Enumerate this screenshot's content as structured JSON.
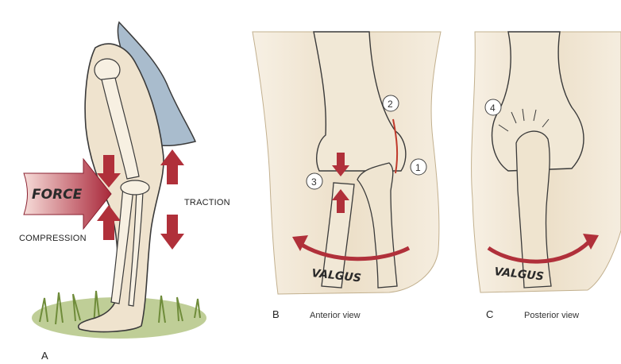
{
  "panels": {
    "a": {
      "letter": "A",
      "force_label": "FORCE",
      "compression_label": "COMPRESSION",
      "traction_label": "TRACTION"
    },
    "b": {
      "letter": "B",
      "caption": "Anterior view",
      "valgus_label": "VALGUS",
      "markers": [
        "1",
        "2",
        "3"
      ]
    },
    "c": {
      "letter": "C",
      "caption": "Posterior view",
      "valgus_label": "VALGUS",
      "markers": [
        "4"
      ]
    }
  },
  "colors": {
    "skin": "#ece1cd",
    "skin_dark": "#d6c6aa",
    "bone": "#f3ebdb",
    "outline": "#3a3a3a",
    "arrow_red": "#b0303a",
    "sleeve_blue": "#a9bccd",
    "grass": "#8fa85a"
  }
}
